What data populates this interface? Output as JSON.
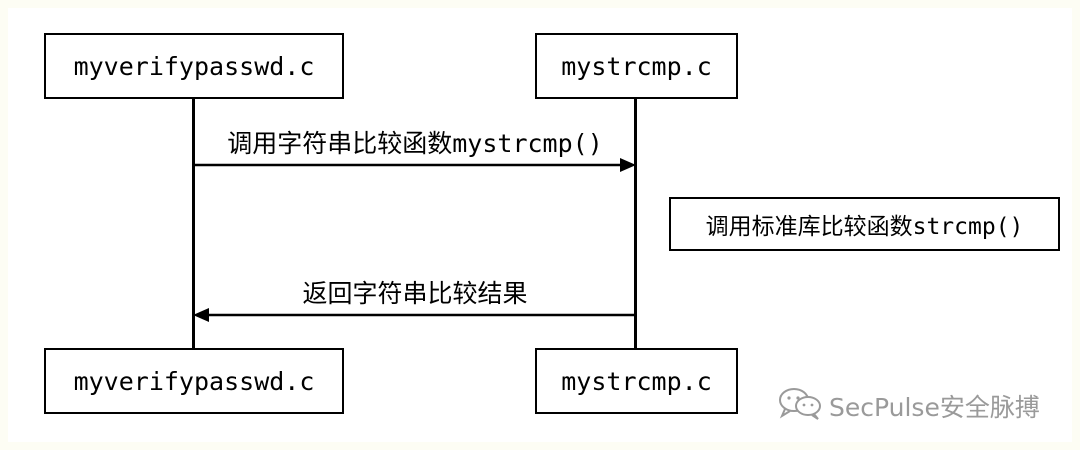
{
  "participants": {
    "left_top": "myverifypasswd.c",
    "right_top": "mystrcmp.c",
    "left_bottom": "myverifypasswd.c",
    "right_bottom": "mystrcmp.c"
  },
  "messages": {
    "call": "调用字符串比较函数mystrcmp()",
    "return": "返回字符串比较结果"
  },
  "note": "调用标准库比较函数strcmp()",
  "watermark": {
    "text": "SecPulse安全脉搏",
    "icon": "wechat-icon"
  },
  "colors": {
    "line": "#000000",
    "watermark": "#9a9a9a",
    "background": "#fdfdf4"
  }
}
